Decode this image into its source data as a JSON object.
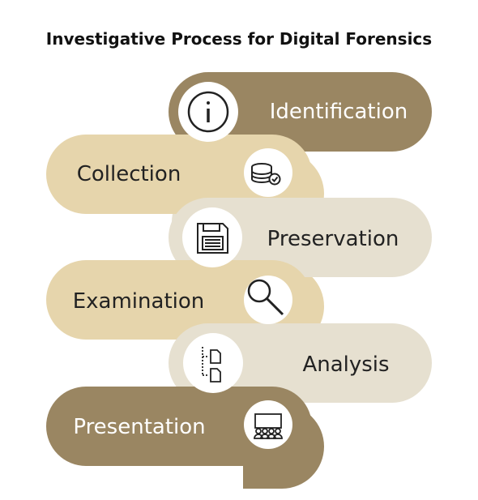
{
  "title": "Investigative Process for Digital Forensics",
  "colors": {
    "dark": "#9a8662",
    "tan": "#e6d5ac",
    "light": "#e6e0d0",
    "text_dark": "#222222",
    "text_light": "#ffffff",
    "icon_stroke": "#222222"
  },
  "steps": [
    {
      "label": "Identification",
      "icon": "info-icon",
      "shade": "dark"
    },
    {
      "label": "Collection",
      "icon": "database-check-icon",
      "shade": "tan"
    },
    {
      "label": "Preservation",
      "icon": "floppy-disk-icon",
      "shade": "light"
    },
    {
      "label": "Examination",
      "icon": "magnifier-icon",
      "shade": "tan"
    },
    {
      "label": "Analysis",
      "icon": "file-tree-icon",
      "shade": "light"
    },
    {
      "label": "Presentation",
      "icon": "audience-presentation-icon",
      "shade": "dark"
    }
  ]
}
